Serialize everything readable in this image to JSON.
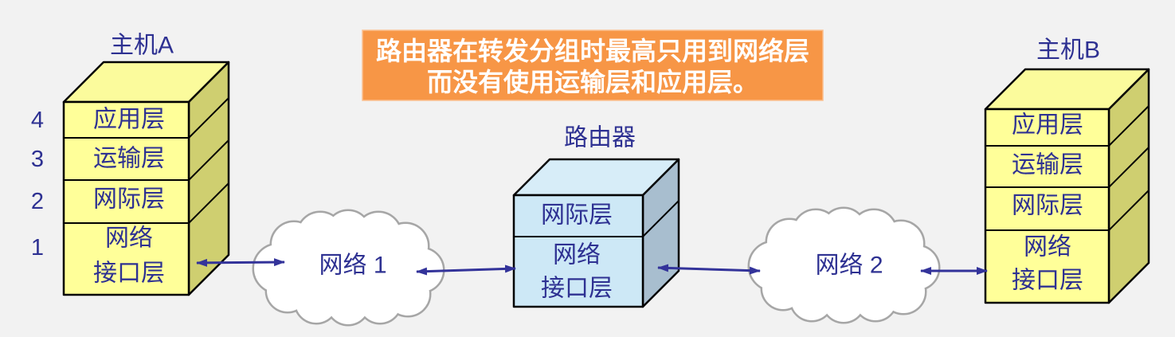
{
  "title_box": {
    "lines": [
      "路由器在转发分组时最高只用到网络层",
      "而没有使用运输层和应用层。"
    ]
  },
  "layer_numbers": [
    "4",
    "3",
    "2",
    "1"
  ],
  "host_a": {
    "label": "主机A",
    "layers": [
      {
        "lines": [
          "应用层"
        ]
      },
      {
        "lines": [
          "运输层"
        ]
      },
      {
        "lines": [
          "网际层"
        ]
      },
      {
        "lines": [
          "网络",
          "接口层"
        ]
      }
    ]
  },
  "router": {
    "label": "路由器",
    "layers": [
      {
        "lines": [
          "网际层"
        ]
      },
      {
        "lines": [
          "网络",
          "接口层"
        ]
      }
    ]
  },
  "host_b": {
    "label": "主机B",
    "layers": [
      {
        "lines": [
          "应用层"
        ]
      },
      {
        "lines": [
          "运输层"
        ]
      },
      {
        "lines": [
          "网际层"
        ]
      },
      {
        "lines": [
          "网络",
          "接口层"
        ]
      }
    ]
  },
  "networks": [
    {
      "label": "网络 1"
    },
    {
      "label": "网络 2"
    }
  ],
  "colors": {
    "background": "#f2f2f2",
    "title_bg": "#f79646",
    "title_text": "#ffffff",
    "text": "#2e3192",
    "host_front": "#ffff99",
    "host_top": "#fbfb9c",
    "host_side": "#cfcf70",
    "router_front": "#cde8f6",
    "router_top": "#d7edf8",
    "router_side": "#a8becf",
    "cloud_fill": "#ffffff",
    "cloud_outline": "#a6a6a6",
    "arrow": "#33339a"
  }
}
